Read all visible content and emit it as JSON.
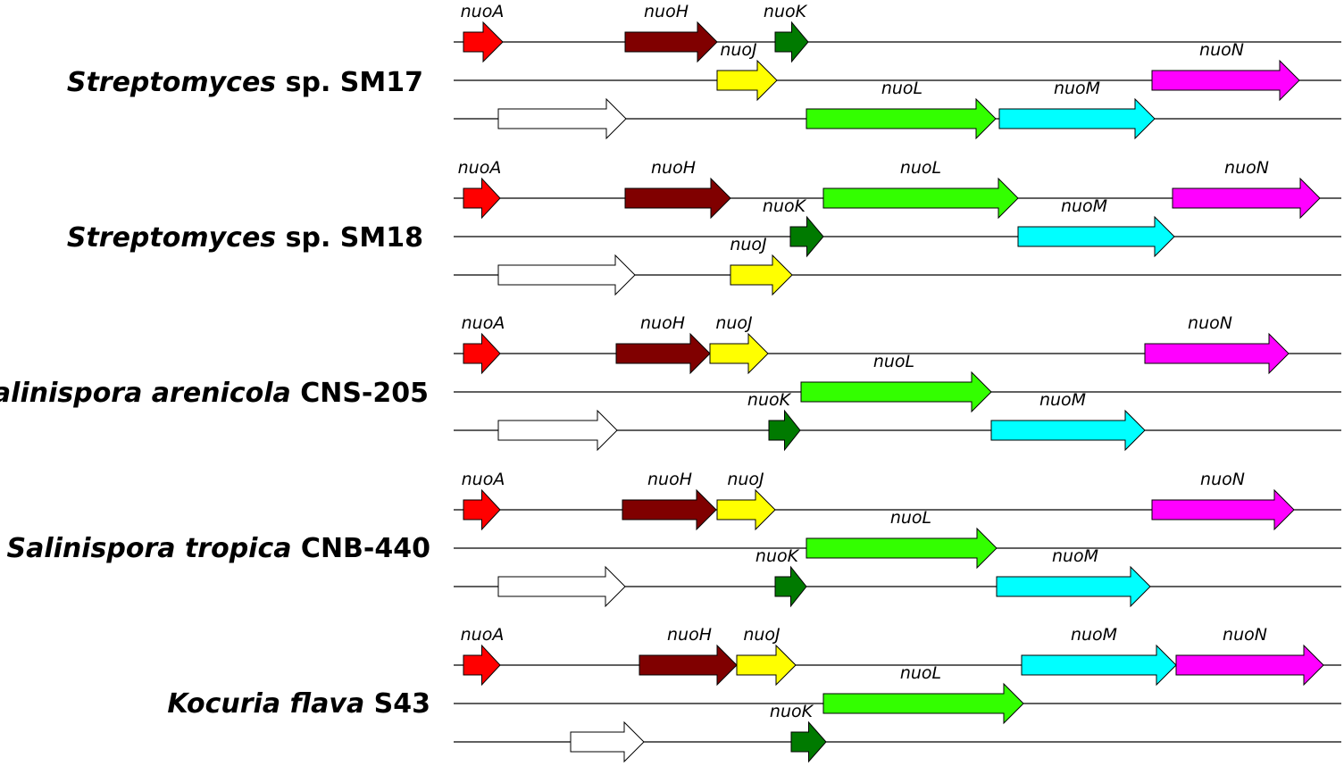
{
  "genes": [
    {
      "id": "nuoA",
      "label": "nuoA",
      "color": "#ff0000"
    },
    {
      "id": "nuoH",
      "label": "nuoH",
      "color": "#800000"
    },
    {
      "id": "nuoJ",
      "label": "nuoJ",
      "color": "#ffff00"
    },
    {
      "id": "nuoK",
      "label": "nuoK",
      "color": "#007a00"
    },
    {
      "id": "nuoL",
      "label": "nuoL",
      "color": "#33ff00"
    },
    {
      "id": "nuoM",
      "label": "nuoM",
      "color": "#00ffff"
    },
    {
      "id": "nuoN",
      "label": "nuoN",
      "color": "#ff00ff"
    },
    {
      "id": "unlabeled",
      "label": "",
      "color": "#ffffff"
    }
  ],
  "organisms": [
    {
      "name_italic": "Streptomyces",
      "name_rest": " sp. SM17"
    },
    {
      "name_italic": "Streptomyces",
      "name_rest": " sp. SM18"
    },
    {
      "name_italic": "Salinispora arenicola",
      "name_rest": " CNS-205"
    },
    {
      "name_italic": "Salinispora tropica",
      "name_rest": " CNB-440"
    },
    {
      "name_italic": "Kocuria flava",
      "name_rest": " S43"
    }
  ]
}
